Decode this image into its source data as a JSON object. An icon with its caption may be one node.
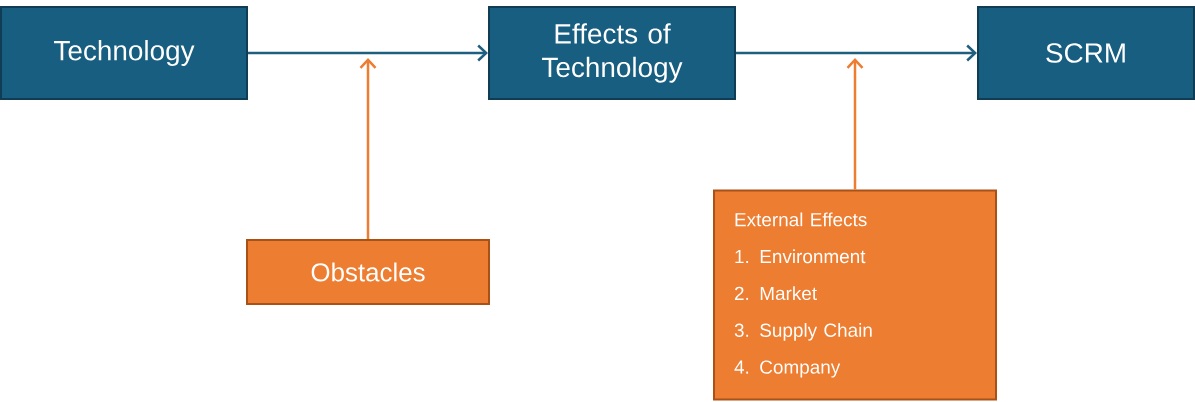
{
  "diagram": {
    "nodes": [
      {
        "text": [
          "Technology"
        ]
      },
      {
        "text": [
          "Effects of Technology"
        ]
      },
      {
        "text": [
          "SCRM"
        ]
      },
      {
        "text": [
          "Obstacles"
        ]
      },
      {
        "text": [
          "External Effects",
          "1. Environment",
          "2. Market",
          "3. Supply Chain",
          "4. Company"
        ]
      }
    ],
    "edges": [
      {
        "from": 0,
        "to": 1,
        "arrow": "to"
      },
      {
        "from": 1,
        "to": 2,
        "arrow": "to"
      },
      {
        "from": 3,
        "to": null,
        "arrow": "to",
        "color": "#ed7d31"
      },
      {
        "from": 4,
        "to": null,
        "arrow": "to",
        "color": "#ed7d31"
      }
    ]
  }
}
